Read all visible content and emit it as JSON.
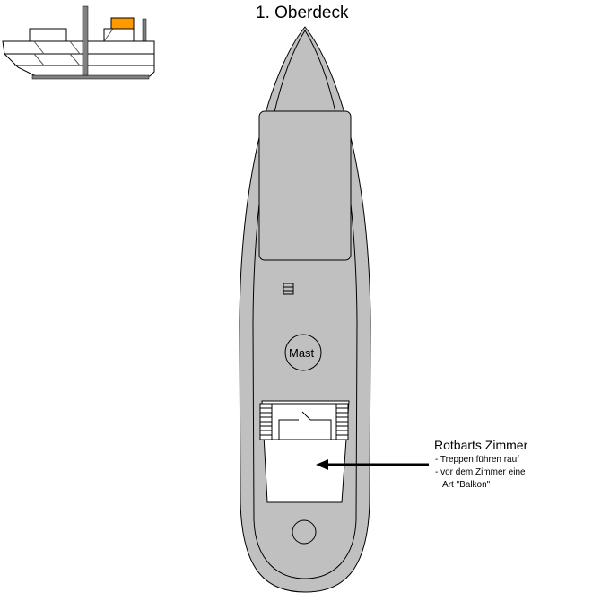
{
  "title": "1. Oberdeck",
  "mast_label": "Mast",
  "room": {
    "name": "Rotbarts Zimmer",
    "notes": [
      "- Treppen führen rauf",
      "- vor dem Zimmer eine",
      "Art \"Balkon\""
    ]
  },
  "colors": {
    "deck": "#c0c0c0",
    "funnel": "#ff9900",
    "mast": "#808080"
  }
}
